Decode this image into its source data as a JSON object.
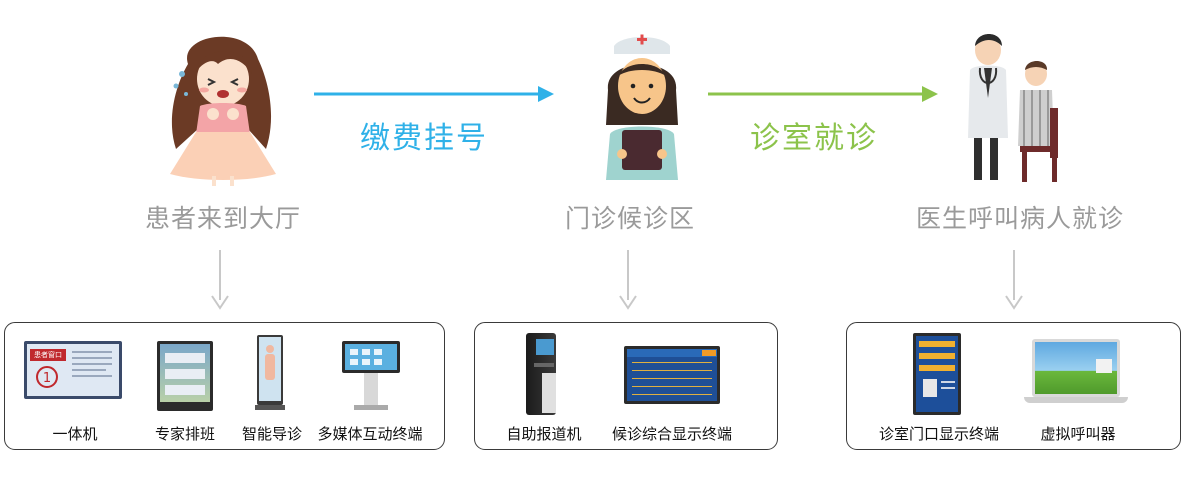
{
  "stages": [
    {
      "caption": "患者来到大厅",
      "icon": "patient-illustration"
    },
    {
      "caption": "门诊候诊区",
      "icon": "nurse-illustration"
    },
    {
      "caption": "医生呼叫病人就诊",
      "icon": "doctor-patient-illustration"
    }
  ],
  "flow": [
    {
      "label": "缴费挂号",
      "color": "#2fb1e8"
    },
    {
      "label": "诊室就诊",
      "color": "#8cc34b"
    }
  ],
  "groups": [
    {
      "items": [
        {
          "label": "一体机",
          "icon": "kiosk-screen-icon",
          "screen_text": "患者窗口",
          "screen_number": "1"
        },
        {
          "label": "专家排班",
          "icon": "vertical-display-icon"
        },
        {
          "label": "智能导诊",
          "icon": "body-guide-display-icon"
        },
        {
          "label": "多媒体互动终端",
          "icon": "interactive-terminal-icon"
        }
      ]
    },
    {
      "items": [
        {
          "label": "自助报道机",
          "icon": "self-checkin-kiosk-icon"
        },
        {
          "label": "候诊综合显示终端",
          "icon": "waiting-display-icon"
        }
      ]
    },
    {
      "items": [
        {
          "label": "诊室门口显示终端",
          "icon": "door-display-icon"
        },
        {
          "label": "虚拟呼叫器",
          "icon": "virtual-caller-laptop-icon"
        }
      ]
    }
  ],
  "colors": {
    "caption_gray": "#9a9a9a",
    "down_arrow": "#c8c8c8",
    "border": "#3a3a3a"
  }
}
